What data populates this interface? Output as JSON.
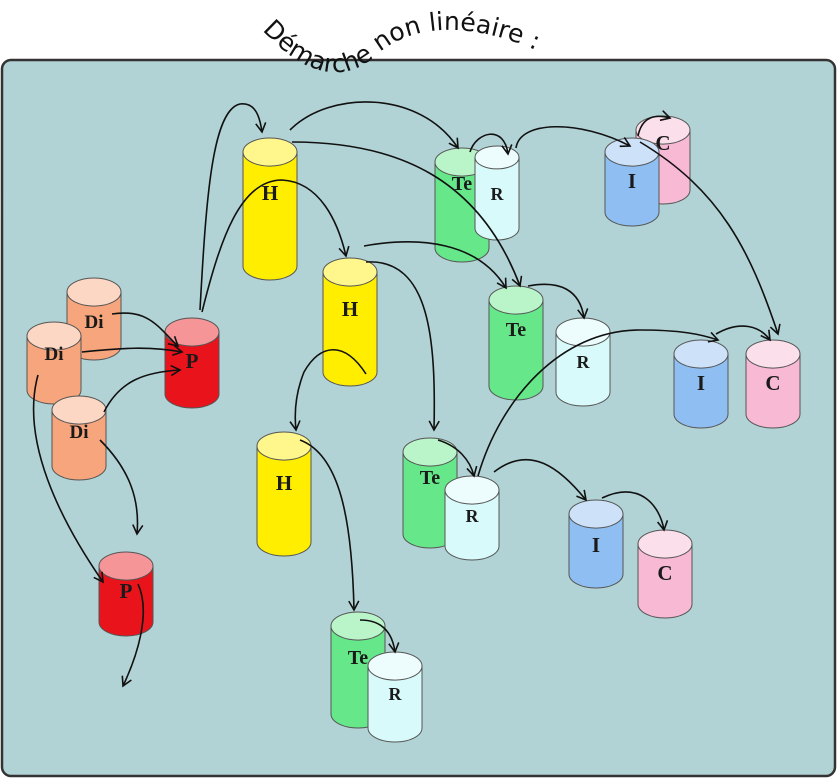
{
  "title": "Démarche non linéaire :",
  "colors": {
    "panel": "#b2d3d5",
    "Di": "#f6a57c",
    "P": "#e8131b",
    "H": "#ffee00",
    "Te": "#66e88a",
    "R": "#d8fafa",
    "I": "#8fbff2",
    "C": "#f7b9d4"
  },
  "cylinders": [
    {
      "id": "di1",
      "label": "Di",
      "kind": "Di"
    },
    {
      "id": "di2",
      "label": "Di",
      "kind": "Di"
    },
    {
      "id": "di3",
      "label": "Di",
      "kind": "Di"
    },
    {
      "id": "p1",
      "label": "P",
      "kind": "P"
    },
    {
      "id": "p2",
      "label": "P",
      "kind": "P"
    },
    {
      "id": "h1",
      "label": "H",
      "kind": "H"
    },
    {
      "id": "h2",
      "label": "H",
      "kind": "H"
    },
    {
      "id": "h3",
      "label": "H",
      "kind": "H"
    },
    {
      "id": "te1",
      "label": "Te",
      "kind": "Te"
    },
    {
      "id": "r1",
      "label": "R",
      "kind": "R"
    },
    {
      "id": "i1",
      "label": "I",
      "kind": "I"
    },
    {
      "id": "c1",
      "label": "C",
      "kind": "C"
    },
    {
      "id": "te2",
      "label": "Te",
      "kind": "Te"
    },
    {
      "id": "r2",
      "label": "R",
      "kind": "R"
    },
    {
      "id": "i2",
      "label": "I",
      "kind": "I"
    },
    {
      "id": "c2",
      "label": "C",
      "kind": "C"
    },
    {
      "id": "te3",
      "label": "Te",
      "kind": "Te"
    },
    {
      "id": "r3",
      "label": "R",
      "kind": "R"
    },
    {
      "id": "i3",
      "label": "I",
      "kind": "I"
    },
    {
      "id": "c3",
      "label": "C",
      "kind": "C"
    },
    {
      "id": "te4",
      "label": "Te",
      "kind": "Te"
    },
    {
      "id": "r4",
      "label": "R",
      "kind": "R"
    }
  ],
  "connections": [
    {
      "from": "di1",
      "to": "p1"
    },
    {
      "from": "di2",
      "to": "p1"
    },
    {
      "from": "di3",
      "to": "p1"
    },
    {
      "from": "di3",
      "to": "p2"
    },
    {
      "from": "p1",
      "to": "h1"
    },
    {
      "from": "p1",
      "to": "h2"
    },
    {
      "from": "h1",
      "to": "te1"
    },
    {
      "from": "h1",
      "to": "te2"
    },
    {
      "from": "h2",
      "to": "te2"
    },
    {
      "from": "h2",
      "to": "te3"
    },
    {
      "from": "h2",
      "to": "h3"
    },
    {
      "from": "h3",
      "to": "te4"
    },
    {
      "from": "te1",
      "to": "r1"
    },
    {
      "from": "r1",
      "to": "i1"
    },
    {
      "from": "i1",
      "to": "c1"
    },
    {
      "from": "i1",
      "to": "c2"
    },
    {
      "from": "te2",
      "to": "r2"
    },
    {
      "from": "r3",
      "to": "i2"
    },
    {
      "from": "i2",
      "to": "c2"
    },
    {
      "from": "te3",
      "to": "r3"
    },
    {
      "from": "r3",
      "to": "i3"
    },
    {
      "from": "i3",
      "to": "c3"
    },
    {
      "from": "te4",
      "to": "r4"
    },
    {
      "from": "di2",
      "to": "p2"
    },
    {
      "from": "p2",
      "to": "exit"
    }
  ]
}
